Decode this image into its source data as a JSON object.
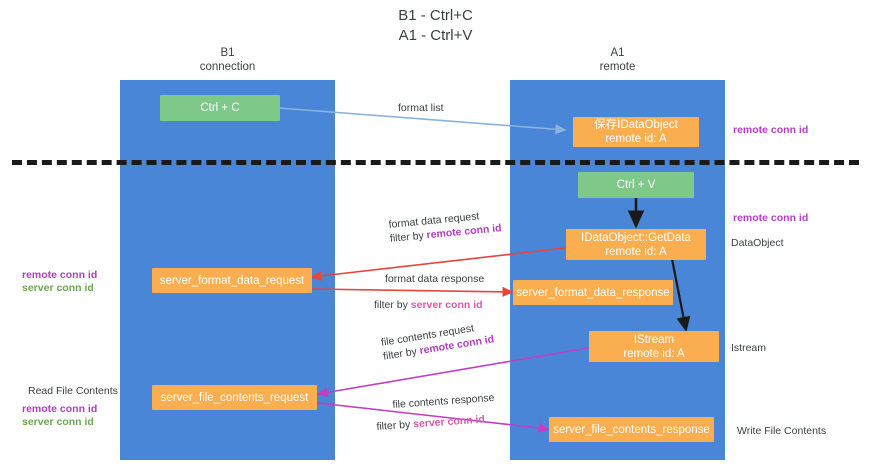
{
  "title": {
    "line1": "B1 - Ctrl+C",
    "line2": "A1 - Ctrl+V"
  },
  "columns": [
    {
      "name": "B1",
      "sub": "connection"
    },
    {
      "name": "A1",
      "sub": "remote"
    }
  ],
  "nodes": {
    "ctrl_c": "Ctrl + C",
    "ctrl_v": "Ctrl + V",
    "save_dataobject_l1": "保存IDataObject",
    "save_dataobject_l2": "remote id: A",
    "getdata_l1": "IDataObject::GetData",
    "getdata_l2": "remote id: A",
    "istream_l1": "IStream",
    "istream_l2": "remote id: A",
    "server_format_data_request": "server_format_data_request",
    "server_format_data_response": "server_format_data_response",
    "server_file_contents_request": "server_file_contents_request",
    "server_file_contents_response": "server_file_contents_response"
  },
  "edges": {
    "format_list": "format list",
    "format_data_request": "format data request",
    "format_data_request_filter_prefix": "filter by ",
    "format_data_request_filter_key": "remote conn id",
    "format_data_response": "format data response",
    "format_data_response_filter_prefix": "filter by ",
    "format_data_response_filter_key": "server conn id",
    "file_contents_request": "file contents request",
    "file_contents_request_filter_prefix": "filter by ",
    "file_contents_request_filter_key": "remote conn id",
    "file_contents_response": "file contents response",
    "file_contents_response_filter_prefix": "filter by ",
    "file_contents_response_filter_key": "server conn id"
  },
  "side_labels": {
    "right_remote_conn_id_top": "remote conn id",
    "right_remote_conn_id_mid": "remote conn id",
    "right_dataobject": "DataObject",
    "right_istream": "Istream",
    "right_write_file_contents": "Write File Contents",
    "left_remote_conn_id_mid": "remote conn id",
    "left_server_conn_id_mid": "server conn id",
    "left_read_file_contents": "Read File Contents",
    "left_remote_conn_id_low": "remote conn id",
    "left_server_conn_id_low": "server conn id"
  },
  "colors": {
    "lane": "#4a86d8",
    "green_node": "#7ec98a",
    "orange_node": "#fbae50",
    "purple_key": "#b040c0",
    "green_key": "#6aa84f",
    "pink_key": "#d959b0",
    "red_arrow": "#e8453c",
    "magenta_arrow": "#c23ec2",
    "light_blue_arrow": "#8ab4dd",
    "dashed_divider": "#1a1a1a"
  }
}
